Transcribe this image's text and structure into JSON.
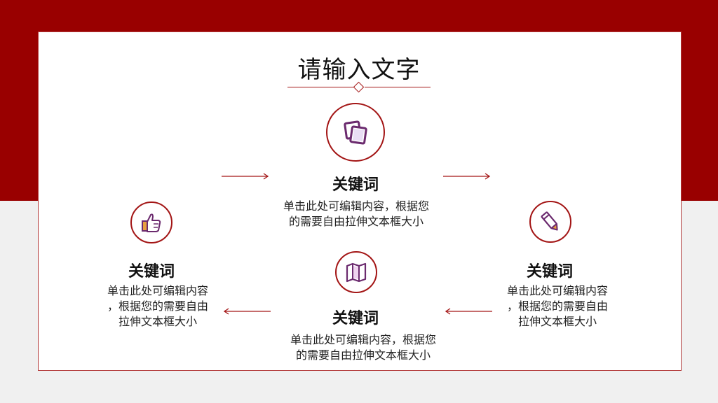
{
  "slide": {
    "title": "请输入文字",
    "colors": {
      "accent": "#990000",
      "line": "#a31515",
      "icon_fill": "#6b2a6e",
      "icon_accent": "#e8a040"
    },
    "blocks": [
      {
        "id": "top",
        "icon": "cards-icon",
        "keyword": "关键词",
        "text": "单击此处可编辑内容，根据您\n的需要自由拉伸文本框大小"
      },
      {
        "id": "left",
        "icon": "thumbs-up-icon",
        "keyword": "关键词",
        "text": "单击此处可编辑内容\n，根据您的需要自由\n拉伸文本框大小"
      },
      {
        "id": "bottom",
        "icon": "map-icon",
        "keyword": "关键词",
        "text": "单击此处可编辑内容，根据您\n的需要自由拉伸文本框大小"
      },
      {
        "id": "right",
        "icon": "pencil-icon",
        "keyword": "关键词",
        "text": "单击此处可编辑内容\n，根据您的需要自由\n拉伸文本框大小"
      }
    ]
  }
}
